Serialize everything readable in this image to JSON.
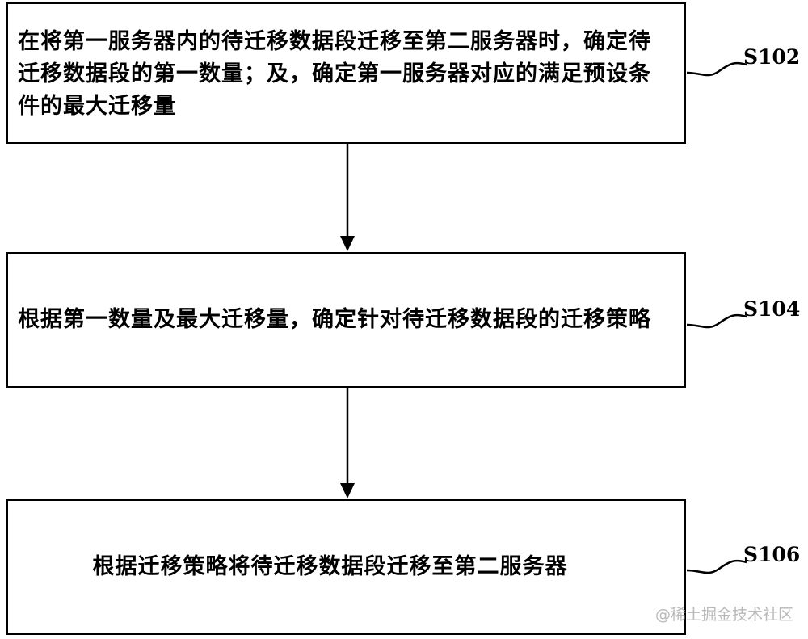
{
  "steps": [
    {
      "text_lines": [
        "在将第一服务器内的待迁移数据段迁移至第二服务器时，确定待",
        "迁移数据段的第一数量；及，确定第一服务器对应的满足预设条",
        "件的最大迁移量"
      ],
      "label": "S102"
    },
    {
      "text_lines": [
        "根据第一数量及最大迁移量，确定针对待迁移数据段的迁移策略"
      ],
      "label": "S104"
    },
    {
      "text_lines": [
        "根据迁移策略将待迁移数据段迁移至第二服务器"
      ],
      "label": "S106"
    }
  ],
  "watermark": "@稀土掘金技术社区"
}
